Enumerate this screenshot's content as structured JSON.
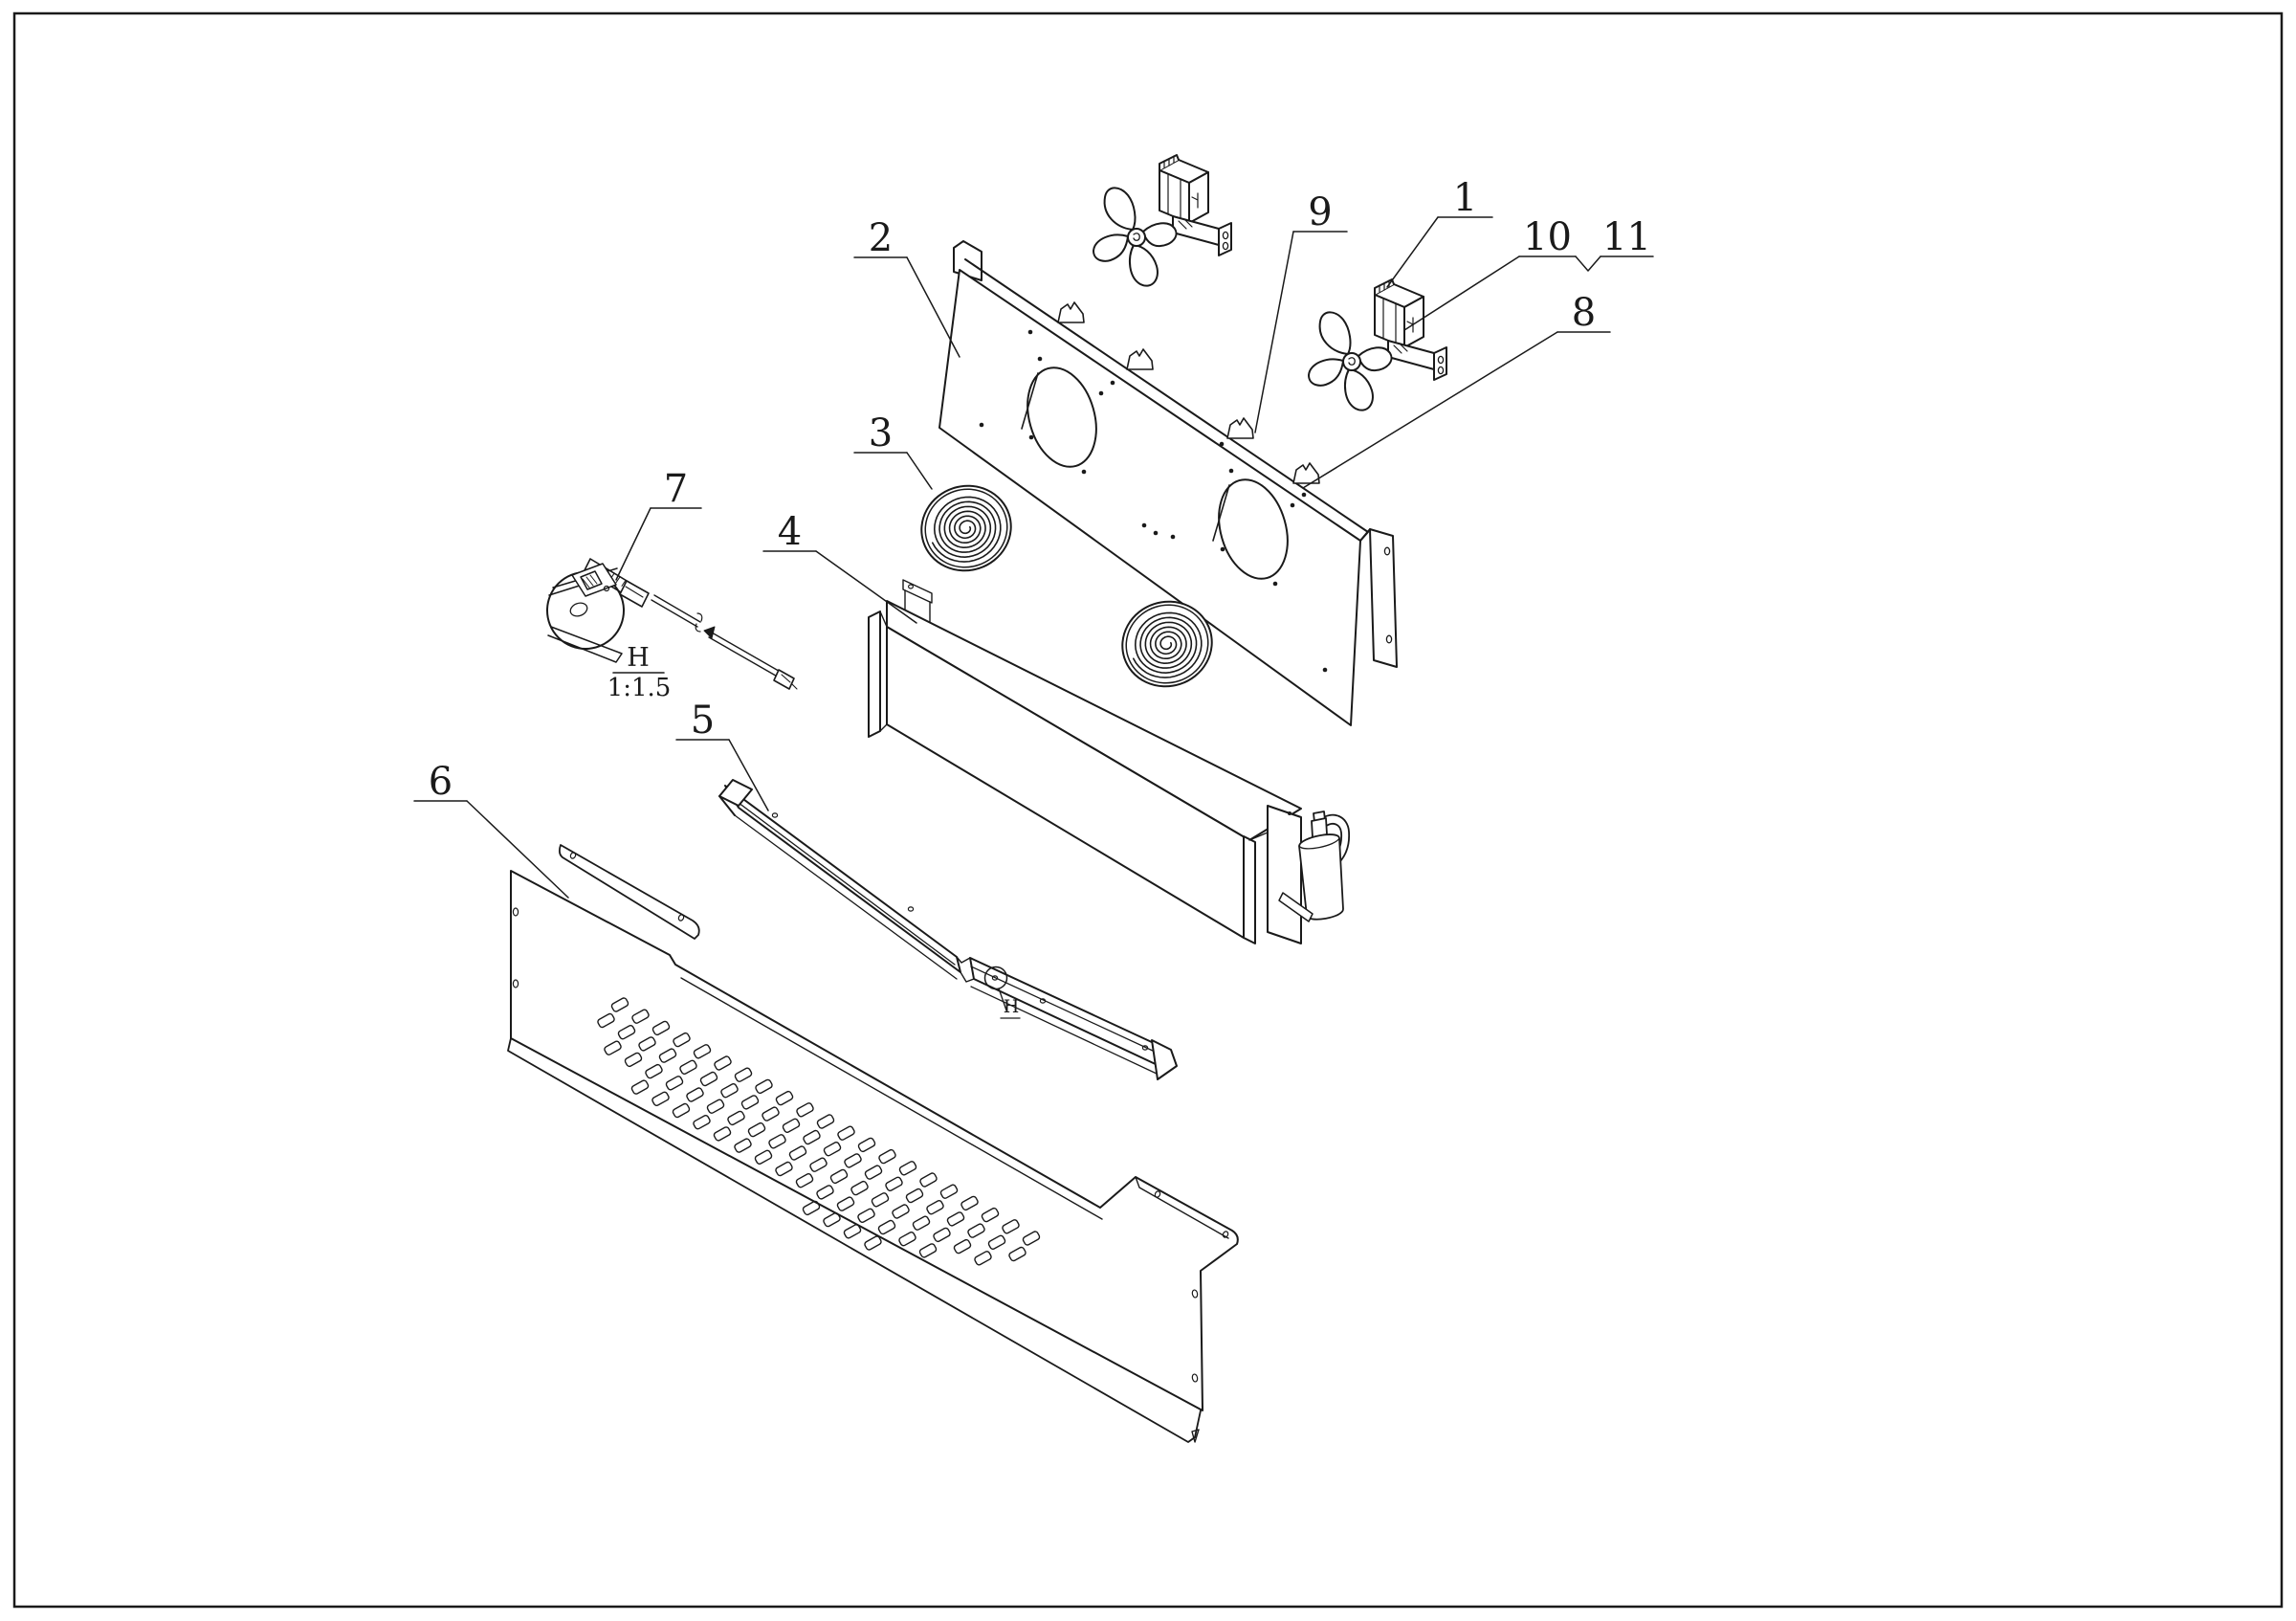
{
  "drawing": {
    "kind": "exploded-assembly-technical-drawing",
    "colors": {
      "line": "#1a1a1a",
      "background": "#ffffff"
    }
  },
  "callouts": [
    {
      "id": "1",
      "label": "1"
    },
    {
      "id": "2",
      "label": "2"
    },
    {
      "id": "3",
      "label": "3"
    },
    {
      "id": "4",
      "label": "4"
    },
    {
      "id": "5",
      "label": "5"
    },
    {
      "id": "6",
      "label": "6"
    },
    {
      "id": "7",
      "label": "7"
    },
    {
      "id": "8",
      "label": "8"
    },
    {
      "id": "9",
      "label": "9"
    },
    {
      "id": "10",
      "label": "10"
    },
    {
      "id": "11",
      "label": "11"
    }
  ],
  "detail_view": {
    "label": "H",
    "scale": "1:1.5"
  },
  "detail_marker": {
    "label": "H"
  }
}
